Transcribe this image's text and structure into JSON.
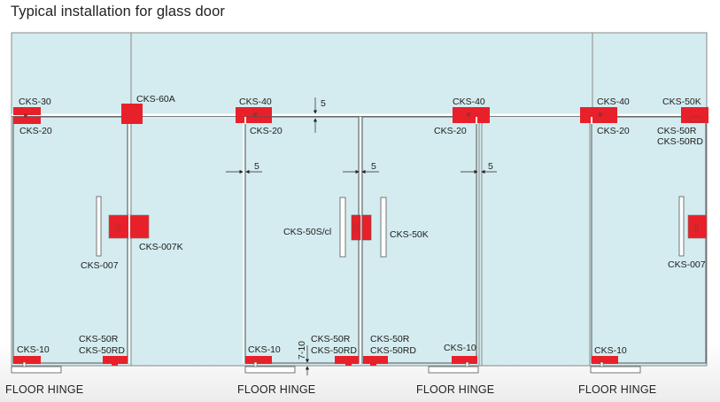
{
  "title": "Typical installation for glass door",
  "colors": {
    "glass": "#d4ecef",
    "fitting": "#e8202a",
    "frame": "#8a8a8a"
  },
  "labels": {
    "cks30": "CKS-30",
    "cks20_a": "CKS-20",
    "cks60a": "CKS-60A",
    "cks40_a": "CKS-40",
    "cks20_b": "CKS-20",
    "cks40_b": "CKS-40",
    "cks20_c": "CKS-20",
    "cks40_c": "CKS-40",
    "cks20_d": "CKS-20",
    "cks50k_top": "CKS-50K",
    "cks50r_top": "CKS-50R",
    "cks50rd_top": "CKS-50RD",
    "cks007_a": "CKS-007",
    "cks007k": "CKS-007K",
    "cks50scl": "CKS-50S/cl",
    "cks50k_mid": "CKS-50K",
    "cks007_b": "CKS-007",
    "cks10_a": "CKS-10",
    "cks50r_a": "CKS-50R",
    "cks50rd_a": "CKS-50RD",
    "cks10_b": "CKS-10",
    "cks50r_b": "CKS-50R",
    "cks50rd_b": "CKS-50RD",
    "cks50r_c": "CKS-50R",
    "cks50rd_c": "CKS-50RD",
    "cks10_c": "CKS-10",
    "cks10_d": "CKS-10"
  },
  "dimensions": {
    "gap_top": "5",
    "gap_side_a": "5",
    "gap_side_b": "5",
    "gap_side_c": "5",
    "gap_floor": "7-10"
  },
  "floor_hinges": [
    "FLOOR HINGE",
    "FLOOR HINGE",
    "FLOOR HINGE",
    "FLOOR HINGE"
  ]
}
